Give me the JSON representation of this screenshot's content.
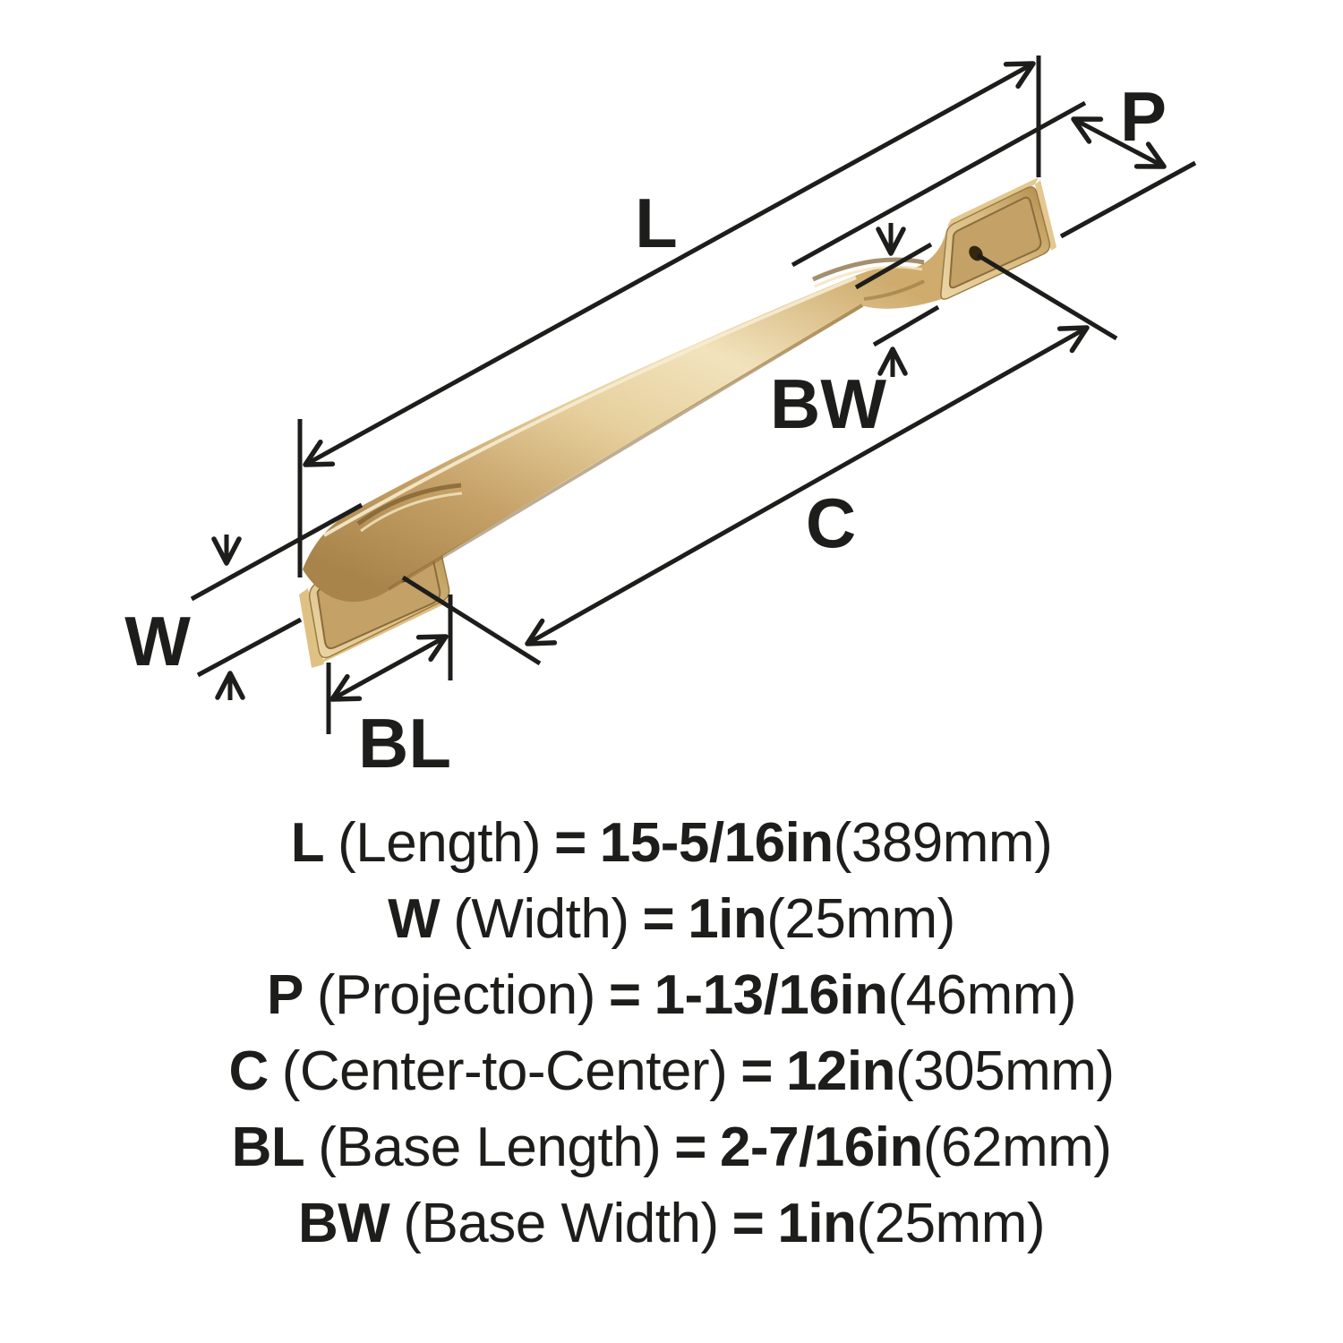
{
  "diagram": {
    "labels": {
      "l": "L",
      "w": "W",
      "p": "P",
      "c": "C",
      "bl": "BL",
      "bw": "BW"
    },
    "colors": {
      "line": "#1d1d1b",
      "handle_champagne_bronze": "#c9a55e",
      "handle_highlight": "#f2e3bd",
      "handle_shadow": "#8a6a38",
      "base_face": "#c3a167",
      "screw_hole": "#33270f",
      "background": "#ffffff"
    }
  },
  "specs": {
    "rows": [
      {
        "label": "L",
        "name": "(Length)",
        "eq": "=",
        "value": "15-5/16in",
        "metric": "(389mm)"
      },
      {
        "label": "W",
        "name": "(Width)",
        "eq": "=",
        "value": "1in",
        "metric": "(25mm)"
      },
      {
        "label": "P",
        "name": "(Projection)",
        "eq": "=",
        "value": "1-13/16in",
        "metric": "(46mm)"
      },
      {
        "label": "C",
        "name": "(Center-to-Center)",
        "eq": "=",
        "value": "12in",
        "metric": "(305mm)"
      },
      {
        "label": "BL",
        "name": "(Base Length)",
        "eq": "=",
        "value": "2-7/16in",
        "metric": "(62mm)"
      },
      {
        "label": "BW",
        "name": "(Base Width)",
        "eq": "=",
        "value": "1in",
        "metric": "(25mm)"
      }
    ]
  }
}
